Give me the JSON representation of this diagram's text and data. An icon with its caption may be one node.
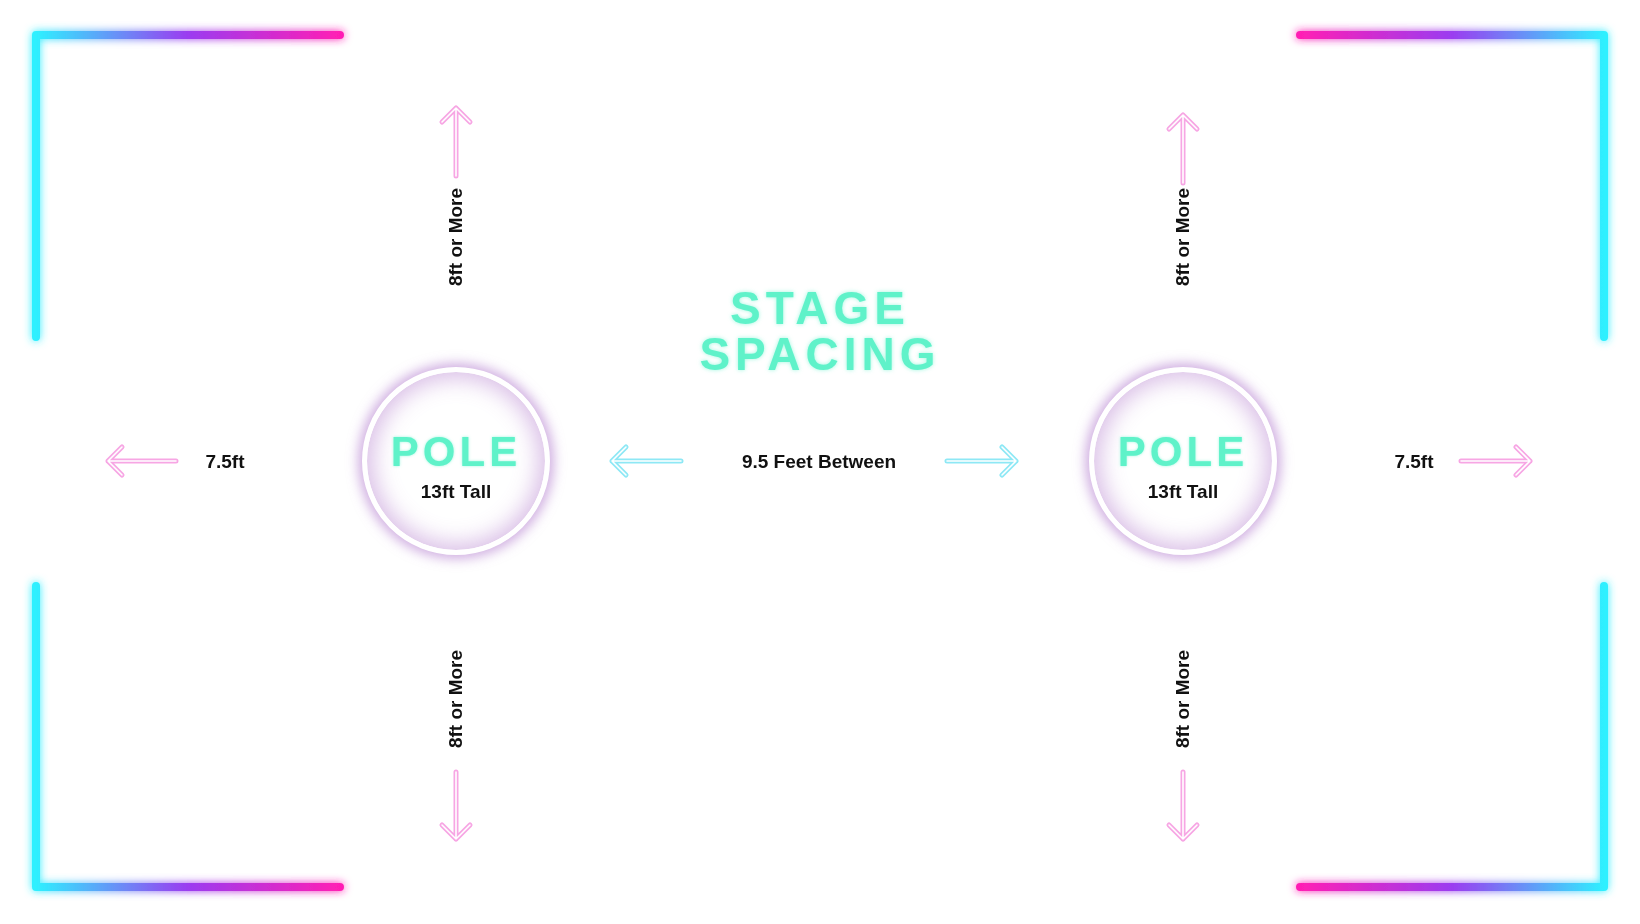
{
  "diagram": {
    "title": "STAGE SPACING",
    "nodes": [
      {
        "text": [
          "POLE",
          "13ft Tall"
        ]
      },
      {
        "text": [
          "POLE",
          "13ft Tall"
        ]
      }
    ],
    "labels": [
      "8ft or More",
      "8ft or More",
      "7.5ft",
      "9.5 Feet Between",
      "7.5ft",
      "8ft or More",
      "8ft or More"
    ]
  }
}
